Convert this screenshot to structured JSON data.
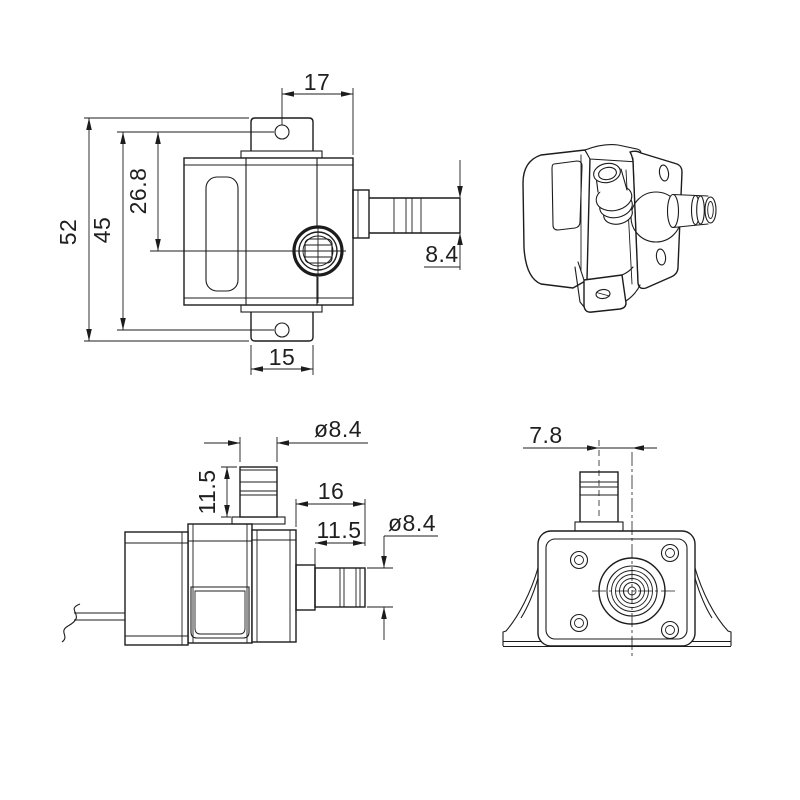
{
  "colors": {
    "background": "#ffffff",
    "line": "#1c1c1c",
    "text": "#1f1f1f"
  },
  "views": {
    "front": {
      "dims": {
        "tab_hole_to_edge": "17",
        "overall_height": "52",
        "mount_hole_spacing": "45",
        "hole_to_outlet_axis": "26.8",
        "outlet_barb_od": "8.4",
        "bottom_tab_width": "15"
      }
    },
    "side": {
      "dims": {
        "inlet_barb_od": "ø8.4",
        "inlet_height": "11.5",
        "outlet_length": "16",
        "outlet_barb_length": "11.5",
        "outlet_barb_od": "ø8.4"
      }
    },
    "end": {
      "dims": {
        "inlet_offset_from_center": "7.8"
      }
    }
  }
}
